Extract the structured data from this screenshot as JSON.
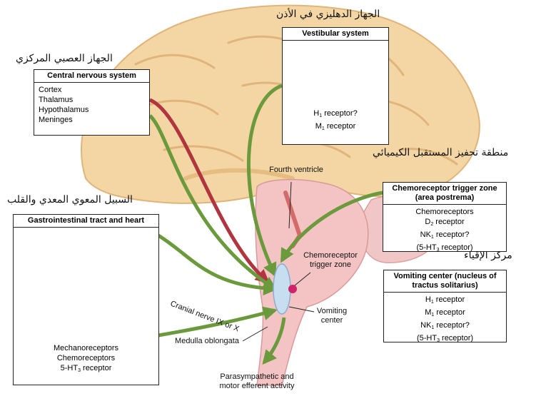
{
  "arabic": {
    "cns": "الجهاز العصبي المركزي",
    "vestibular": "الجهاز الدهليزي في الأذن",
    "ctz": "منطقة تحفيز المستقبل الكيميائي",
    "gi": "السبيل المعوي المعدي والقلب",
    "vomiting": "مركز الإقياء"
  },
  "cns": {
    "title": "Central nervous system",
    "items": [
      "Cortex",
      "Thalamus",
      "Hypothalamus",
      "Meninges"
    ]
  },
  "vestibular": {
    "title": "Vestibular system",
    "items": [
      "H1 receptor?",
      "M1 receptor"
    ]
  },
  "ctz_box": {
    "title_line1": "Chemoreceptor trigger zone",
    "title_line2": "(area postrema)",
    "items": [
      "Chemoreceptors",
      "D2 receptor",
      "NK1 receptor?",
      "(5-HT3 receptor)"
    ]
  },
  "gi": {
    "title": "Gastrointestinal tract and heart",
    "items": [
      "Mechanoreceptors",
      "Chemoreceptors",
      "5-HT3 receptor"
    ]
  },
  "vc_box": {
    "title_line1": "Vomiting center (nucleus of",
    "title_line2": "tractus solitarius)",
    "items": [
      "H1 receptor",
      "M1 receptor",
      "NK1 receptor?",
      "(5-HT3 receptor)"
    ]
  },
  "labels": {
    "fourth_ventricle": "Fourth ventricle",
    "ctz_line1": "Chemoreceptor",
    "ctz_line2": "trigger zone",
    "vomiting_line1": "Vomiting",
    "vomiting_line2": "center",
    "medulla": "Medulla oblongata",
    "cranial_nerve": "Cranial nerve IX or X",
    "efferent_line1": "Parasympathetic and",
    "efferent_line2": "motor efferent activity"
  },
  "colors": {
    "brain": "#f3d6a4",
    "brain_shadow": "#e6bd80",
    "brainstem": "#f4c4c4",
    "arrow_green": "#6a9a3c",
    "arrow_red": "#b0353e",
    "center_blue": "#c6def0",
    "ctz_magenta": "#d0246a"
  }
}
